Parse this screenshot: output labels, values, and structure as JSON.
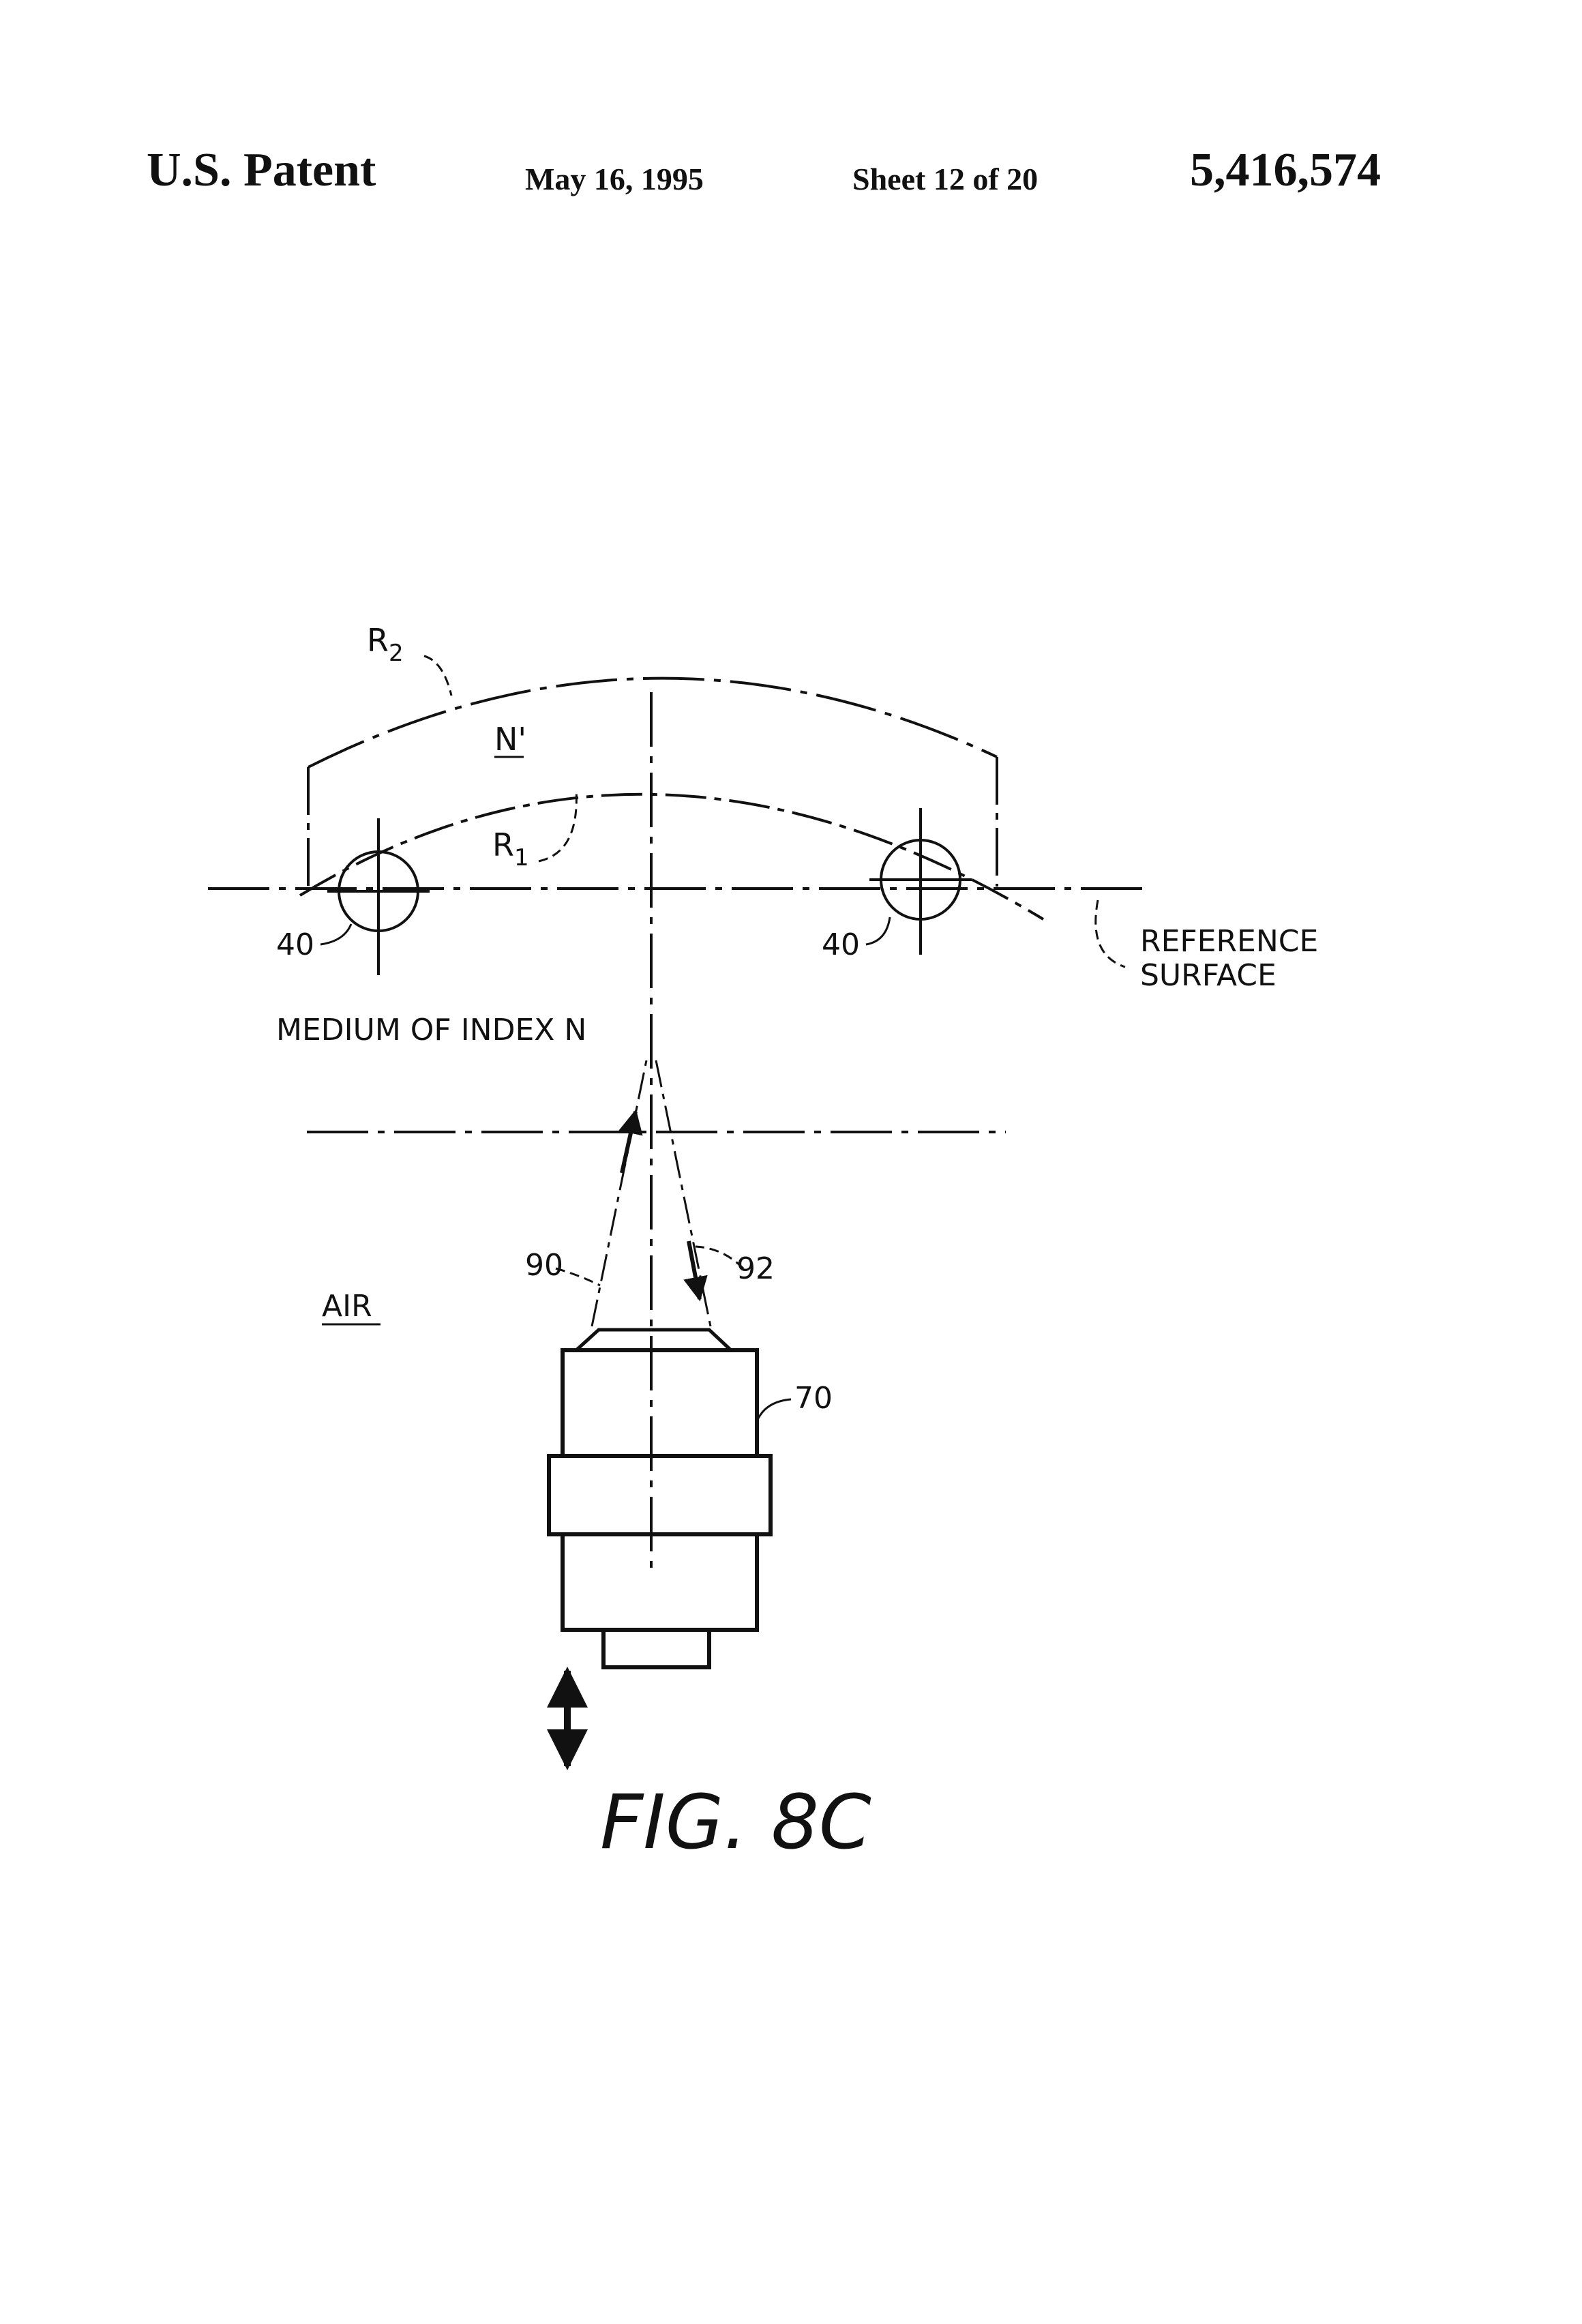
{
  "header": {
    "patent_label": "U.S. Patent",
    "date": "May 16, 1995",
    "sheet": "Sheet 12 of 20",
    "patent_number": "5,416,574"
  },
  "figure": {
    "label_r2_main": "R",
    "label_r2_sub": "2",
    "label_n_prime": "N'",
    "label_r1_main": "R",
    "label_r1_sub": "1",
    "ref_40_left": "40",
    "ref_40_right": "40",
    "reference_surface_line1": "REFERENCE",
    "reference_surface_line2": "SURFACE",
    "medium_label": "MEDIUM OF INDEX N",
    "ref_90": "90",
    "ref_92": "92",
    "air_label": "AIR",
    "ref_70": "70",
    "caption": "FIG. 8C"
  }
}
